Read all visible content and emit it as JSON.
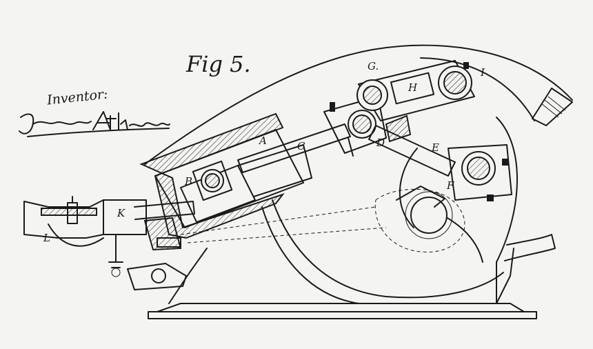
{
  "figure": {
    "title": "Fig 5."
  },
  "inventor": {
    "label": "Inventor:",
    "signature": "James Atkinson"
  },
  "part_labels": {
    "A": "A",
    "B": "B",
    "C": "C",
    "D": "D",
    "E": "E",
    "F": "F",
    "G": "G.",
    "H": "H",
    "I": "I",
    "K": "K",
    "L": "L"
  }
}
